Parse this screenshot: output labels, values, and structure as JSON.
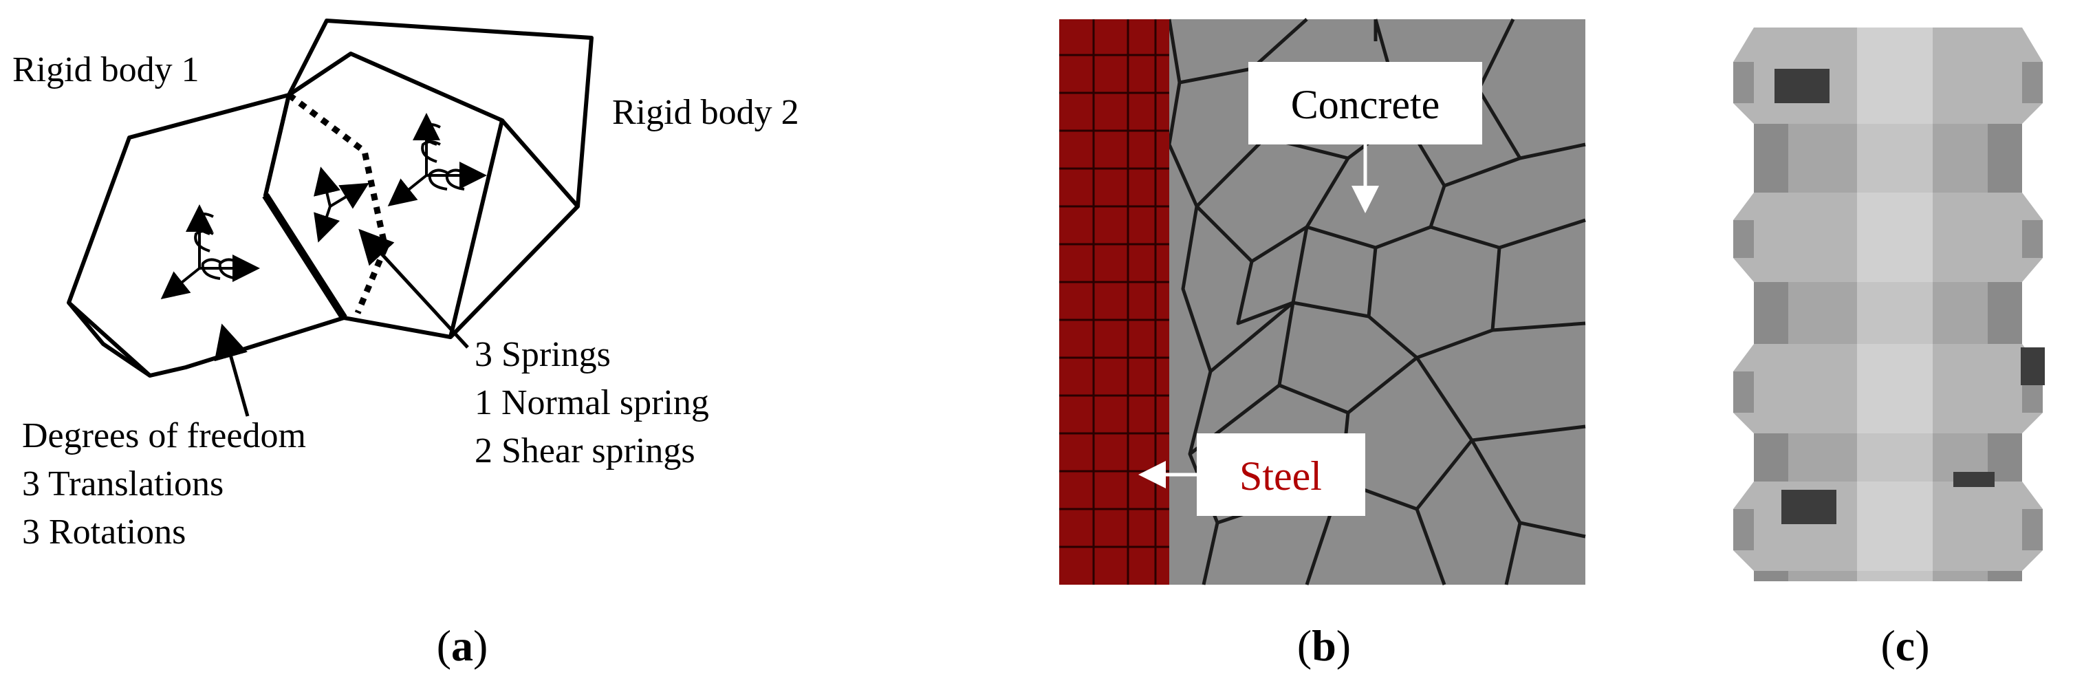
{
  "panel_a": {
    "label_rigid1": "Rigid body 1",
    "label_rigid2": "Rigid body  2",
    "dof_lines": [
      "Degrees of freedom",
      "3 Translations",
      "3 Rotations"
    ],
    "spring_lines": [
      "3 Springs",
      "1 Normal spring",
      "2 Shear springs"
    ],
    "caption": "a"
  },
  "panel_b": {
    "label_concrete": "Concrete",
    "label_steel": "Steel",
    "steel_color": "#8b0a0a",
    "concrete_color": "#8c8c8c",
    "caption": "b"
  },
  "panel_c": {
    "bar_color": "#a6a6a6",
    "caption": "c"
  }
}
